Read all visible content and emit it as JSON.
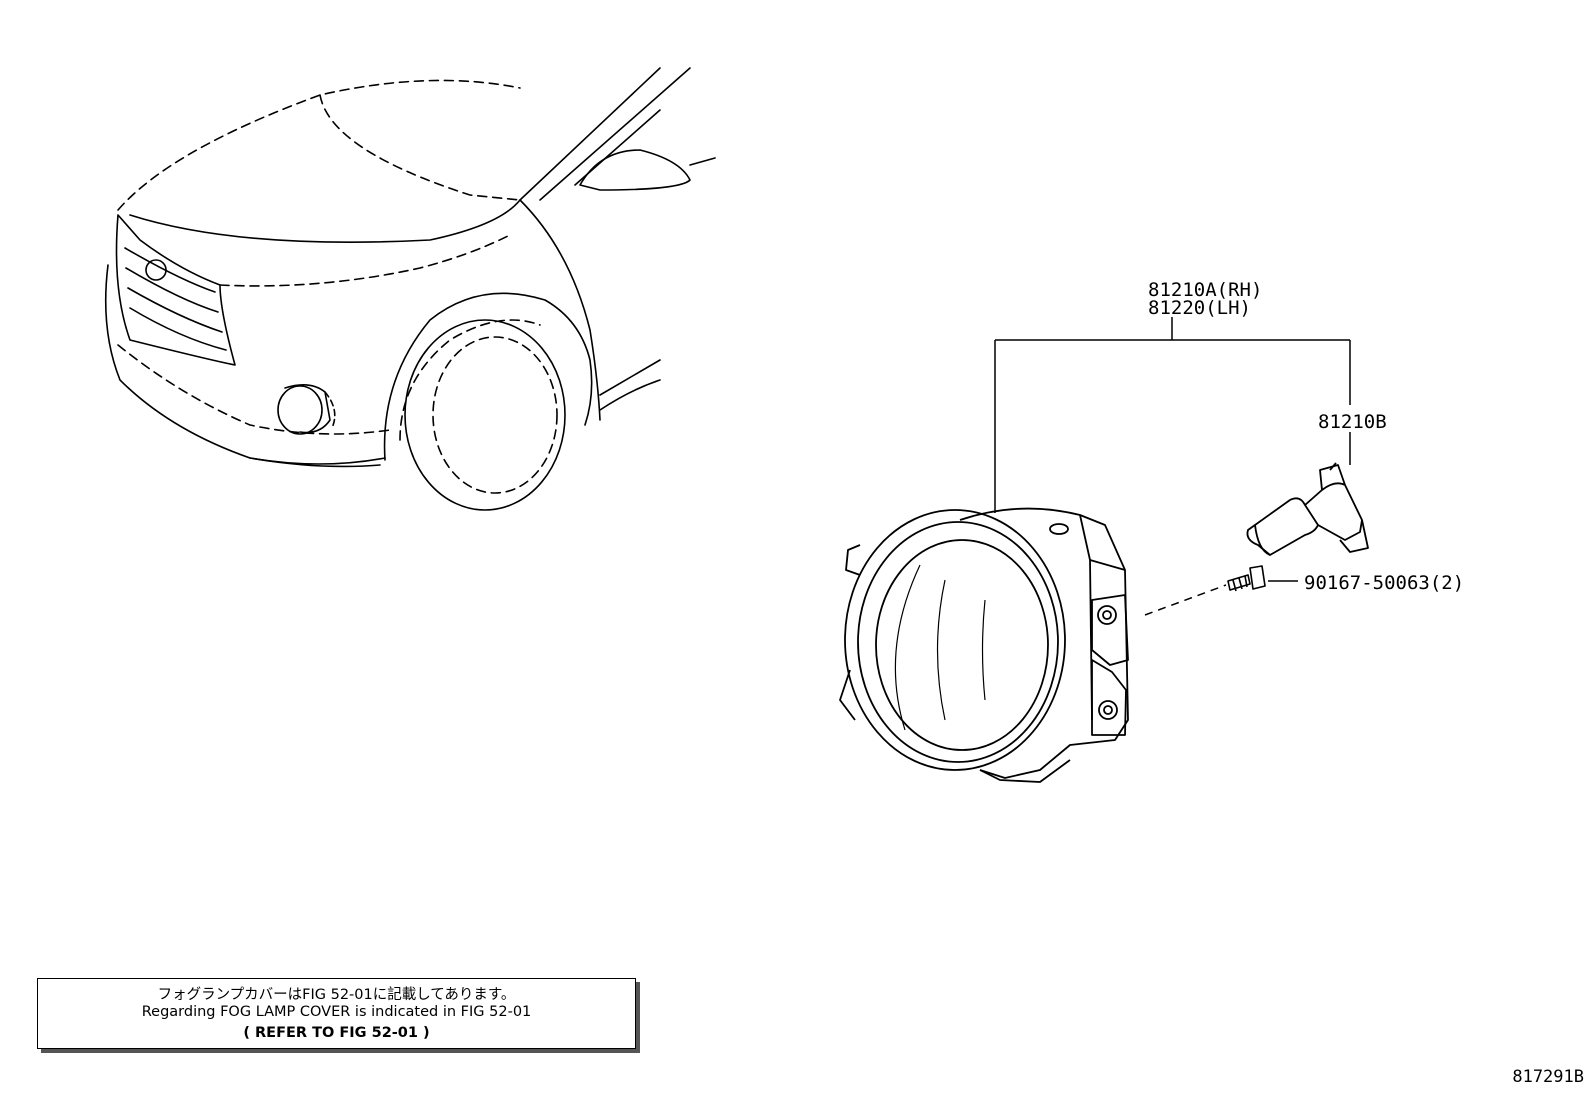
{
  "parts": {
    "fog_lamp_rh": "81210A(RH)",
    "fog_lamp_lh": "81220(LH)",
    "bulb": "81210B",
    "screw": "90167-50063(2)"
  },
  "note": {
    "line_jp": "フォグランプカバーはFIG 52-01に記載してあります。",
    "line_en": "Regarding FOG LAMP COVER is indicated in FIG 52-01",
    "line_ref": "(  REFER TO FIG 52-01  )"
  },
  "figure_id": "817291B"
}
